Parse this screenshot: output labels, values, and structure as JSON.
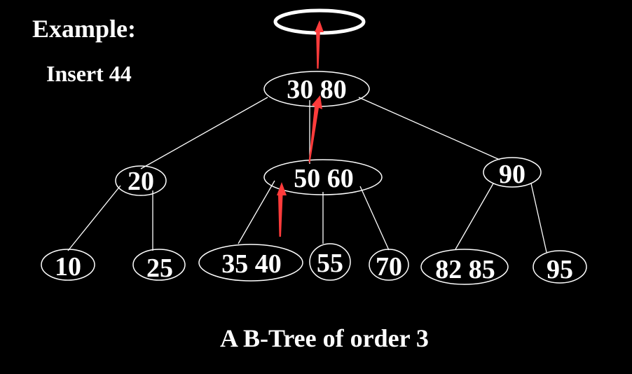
{
  "heading": "Example:",
  "operation": "Insert 44",
  "caption": "A B-Tree of order 3",
  "colors": {
    "background": "#000000",
    "foreground": "#ffffff",
    "arrow": "#ff3b3b"
  },
  "tree": {
    "new_root_keys": "",
    "root_keys": "30 80",
    "internal_keys": [
      "20",
      "50 60",
      "90"
    ],
    "leaf_keys": [
      "10",
      "25",
      "35 40",
      "55",
      "70",
      "82 85",
      "95"
    ]
  }
}
